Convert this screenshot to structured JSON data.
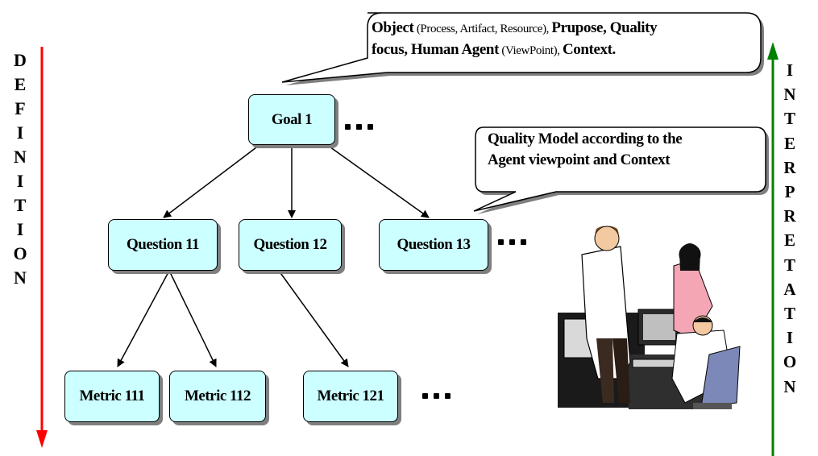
{
  "definition": {
    "letters": [
      "D",
      "E",
      "F",
      "I",
      "N",
      "I",
      "T",
      "I",
      "O",
      "N"
    ],
    "arrow_color": "#ff0000"
  },
  "interpretation": {
    "letters": [
      "I",
      "N",
      "T",
      "E",
      "R",
      "P",
      "R",
      "E",
      "T",
      "A",
      "T",
      "I",
      "O",
      "N"
    ],
    "arrow_color": "#008000"
  },
  "goal_callout": {
    "line1_bold_a": "Object",
    "line1_small": " (Process, Artifact, Resource), ",
    "line1_bold_b": "Prupose, Quality",
    "line2_bold_a": "focus,  Human Agent",
    "line2_small": " (ViewPoint), ",
    "line2_bold_b": "Context."
  },
  "quality_callout": {
    "line1": "Quality Model according to  the",
    "line2": "Agent viewpoint and Context"
  },
  "nodes": {
    "goal": "Goal 1",
    "q11": "Question 11",
    "q12": "Question 12",
    "q13": "Question 13",
    "m111": "Metric 111",
    "m112": "Metric 112",
    "m121": "Metric 121"
  },
  "colors": {
    "box_fill": "#ccffff",
    "box_shadow": "#7f7f7f"
  },
  "clipart": "office-people-computers-illustration"
}
